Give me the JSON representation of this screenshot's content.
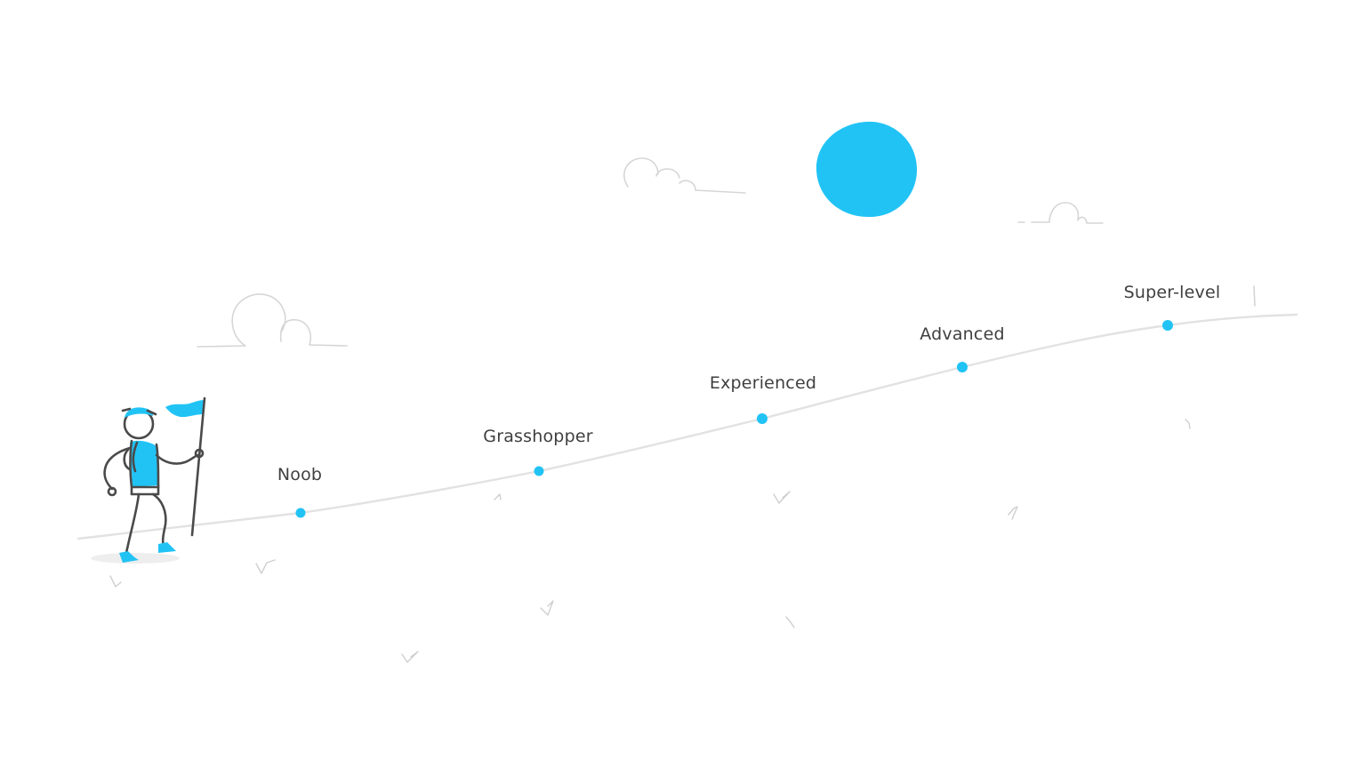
{
  "colors": {
    "accent": "#21c3f5",
    "path": "#e2e2e2",
    "ink": "#4a4a4a",
    "label": "#3f3f3f",
    "sketch": "#d6d6d6"
  },
  "levels": [
    {
      "label": "Noob"
    },
    {
      "label": "Grasshopper"
    },
    {
      "label": "Experienced"
    },
    {
      "label": "Advanced"
    },
    {
      "label": "Super-level"
    }
  ]
}
